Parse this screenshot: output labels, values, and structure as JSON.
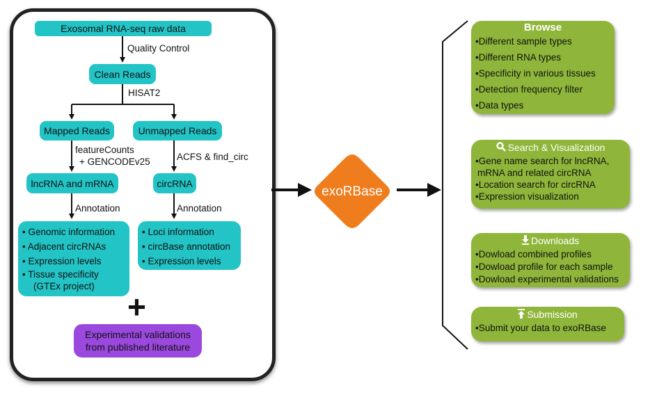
{
  "pipeline": {
    "raw_data": "Exosomal RNA-seq raw data",
    "qc_label": "Quality Control",
    "clean_reads": "Clean Reads",
    "hisat_label": "HISAT2",
    "mapped_reads": "Mapped Reads",
    "unmapped_reads": "Unmapped Reads",
    "featurecounts_label_1": "featureCounts",
    "featurecounts_label_2": "+ GENCODEv25",
    "acfs_label": "ACFS & find_circ",
    "lncrna_mrna": "lncRNA and mRNA",
    "circrna": "circRNA",
    "annotation_left": "Annotation",
    "annotation_right": "Annotation",
    "left_list": [
      "Genomic information",
      "Adjacent circRNAs",
      "Expression levels",
      "Tissue specificity"
    ],
    "left_list_note": "(GTEx project)",
    "right_list": [
      "Loci information",
      "circBase annotation",
      "Expression levels"
    ],
    "plus_sign": "+",
    "validation_line1": "Experimental validations",
    "validation_line2": "from published literature"
  },
  "hub": {
    "label": "exoRBase",
    "color": "#f07d1d"
  },
  "modules": {
    "browse": {
      "title": "Browse",
      "items": [
        "Different sample types",
        "Different RNA types",
        "Specificity in various tissues",
        "Detection frequency filter",
        "Data types"
      ]
    },
    "search": {
      "title": "Search & Visualization",
      "icon": "magnifier-icon",
      "items": [
        "Gene name search for lncRNA,",
        "mRNA and related circRNA",
        "Location search for circRNA",
        "Expression visualization"
      ]
    },
    "downloads": {
      "title": "Downloads",
      "icon": "download-icon",
      "items": [
        "Dowload combined profiles",
        "Dowload profile for each sample",
        "Dowload experimental validations"
      ]
    },
    "submission": {
      "title": "Submission",
      "icon": "upload-icon",
      "items": [
        "Submit your data to exoRBase"
      ]
    }
  },
  "colors": {
    "teal": "#23c4c6",
    "purple": "#9a48dd",
    "green": "#8fb63a",
    "orange": "#f07d1d"
  }
}
